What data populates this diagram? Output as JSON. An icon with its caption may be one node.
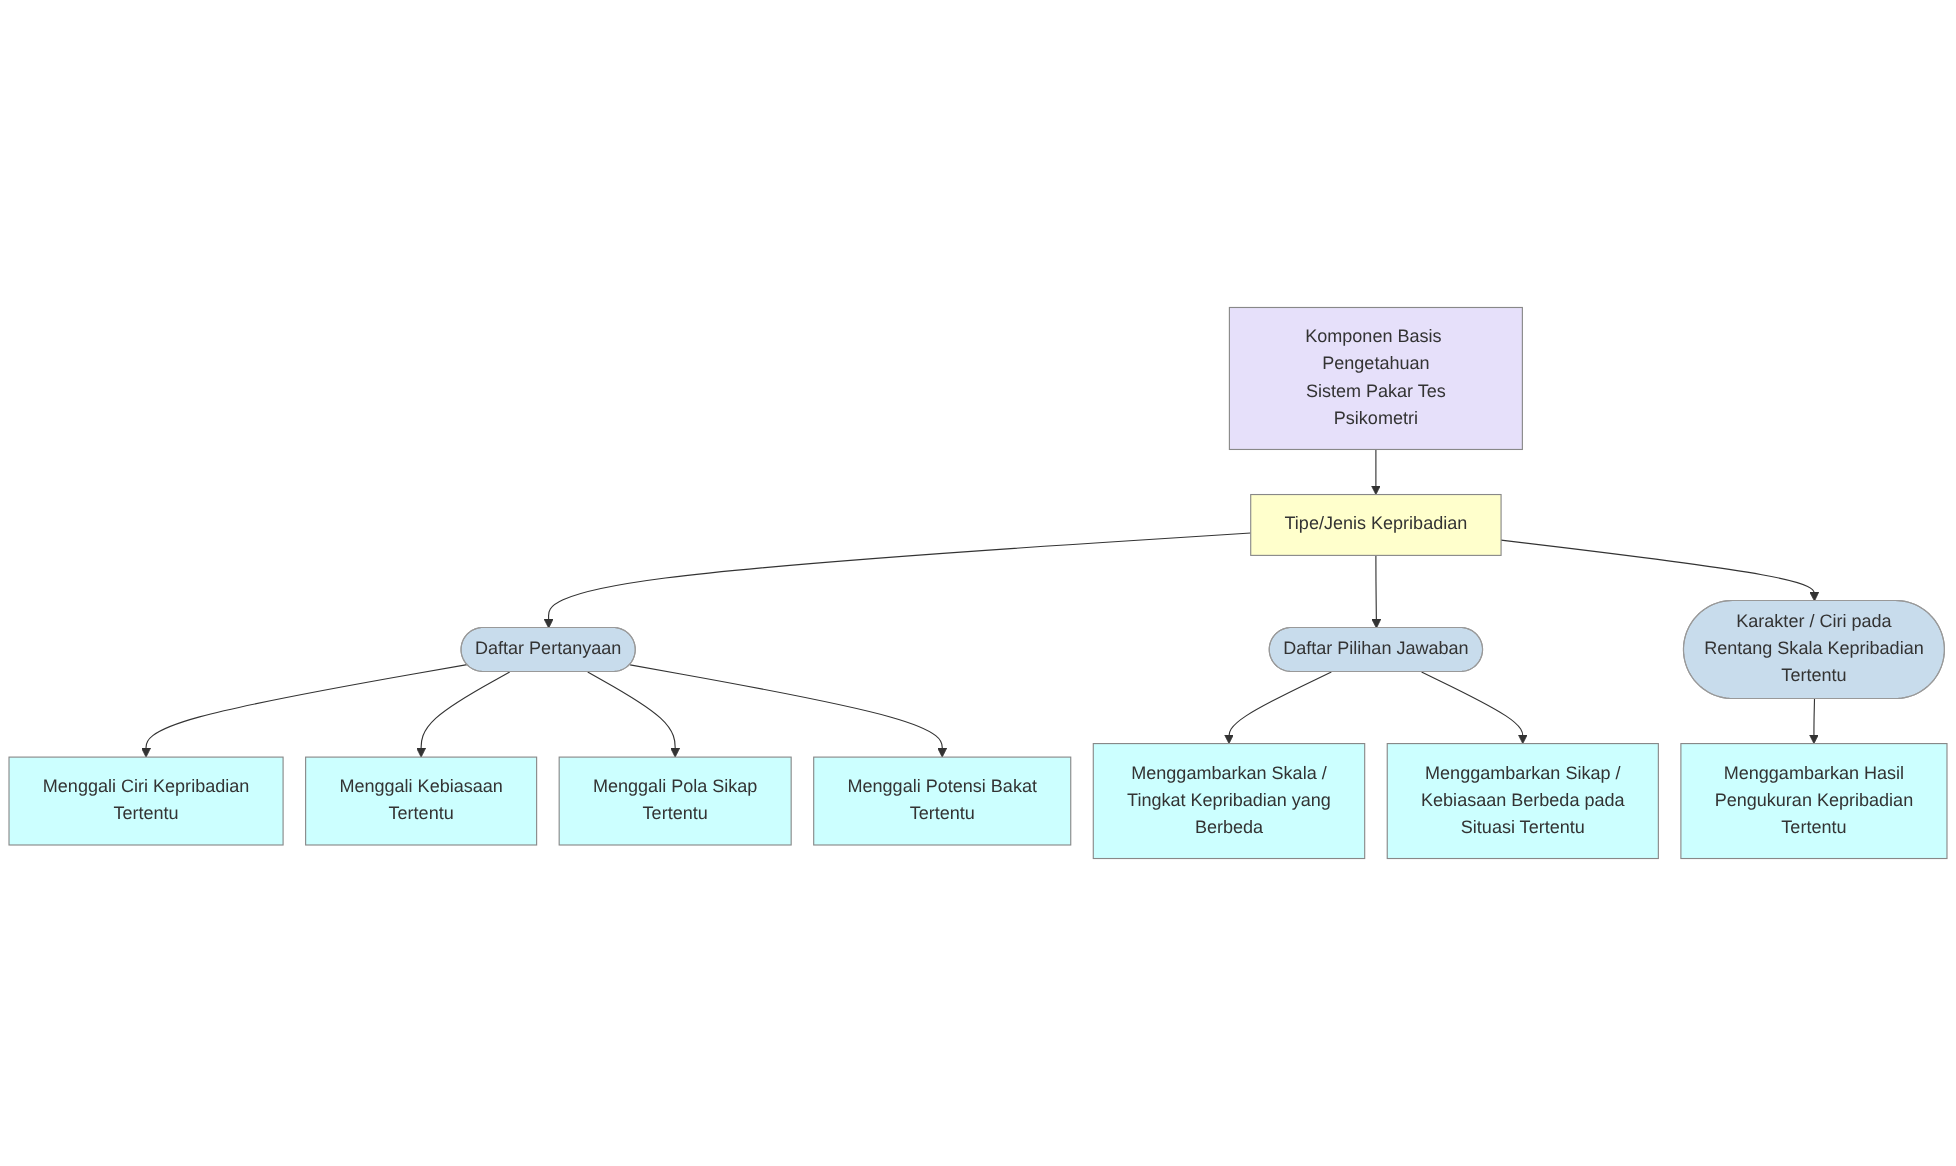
{
  "diagram": {
    "nodes": [
      {
        "text": [
          "Komponen Basis Pengetahuan Sistem Pakar Tes Psikometri"
        ]
      },
      {
        "text": [
          "Tipe/Jenis Kepribadian"
        ]
      },
      {
        "text": [
          "Daftar Pertanyaan"
        ]
      },
      {
        "text": [
          "Karakter / Ciri pada Rentang Skala Kepribadian Tertentu"
        ]
      },
      {
        "text": [
          "Daftar Pilihan Jawaban"
        ]
      },
      {
        "text": [
          "Menggali Ciri Kepribadian Tertentu"
        ]
      },
      {
        "text": [
          "Menggali Kebiasaan Tertentu"
        ]
      },
      {
        "text": [
          "Menggali Pola Sikap Tertentu"
        ]
      },
      {
        "text": [
          "Menggali Potensi Bakat Tertentu"
        ]
      },
      {
        "text": [
          "Menggambarkan Hasil Pengukuran Kepribadian Tertentu"
        ]
      },
      {
        "text": [
          "Menggambarkan Skala / Tingkat Kepribadian yang Berbeda"
        ]
      },
      {
        "text": [
          "Menggambarkan Sikap / Kebiasaan Berbeda pada Situasi Tertentu"
        ]
      }
    ],
    "edges": [
      {
        "from": 0,
        "to": 1,
        "arrow": "to"
      },
      {
        "from": 1,
        "to": 2,
        "arrow": "to"
      },
      {
        "from": 1,
        "to": 4,
        "arrow": "to"
      },
      {
        "from": 1,
        "to": 3,
        "arrow": "to"
      },
      {
        "from": 2,
        "to": 5,
        "arrow": "to"
      },
      {
        "from": 2,
        "to": 6,
        "arrow": "to"
      },
      {
        "from": 2,
        "to": 7,
        "arrow": "to"
      },
      {
        "from": 2,
        "to": 8,
        "arrow": "to"
      },
      {
        "from": 3,
        "to": 9,
        "arrow": "to"
      },
      {
        "from": 4,
        "to": 10,
        "arrow": "to"
      },
      {
        "from": 4,
        "to": 11,
        "arrow": "to"
      }
    ]
  }
}
